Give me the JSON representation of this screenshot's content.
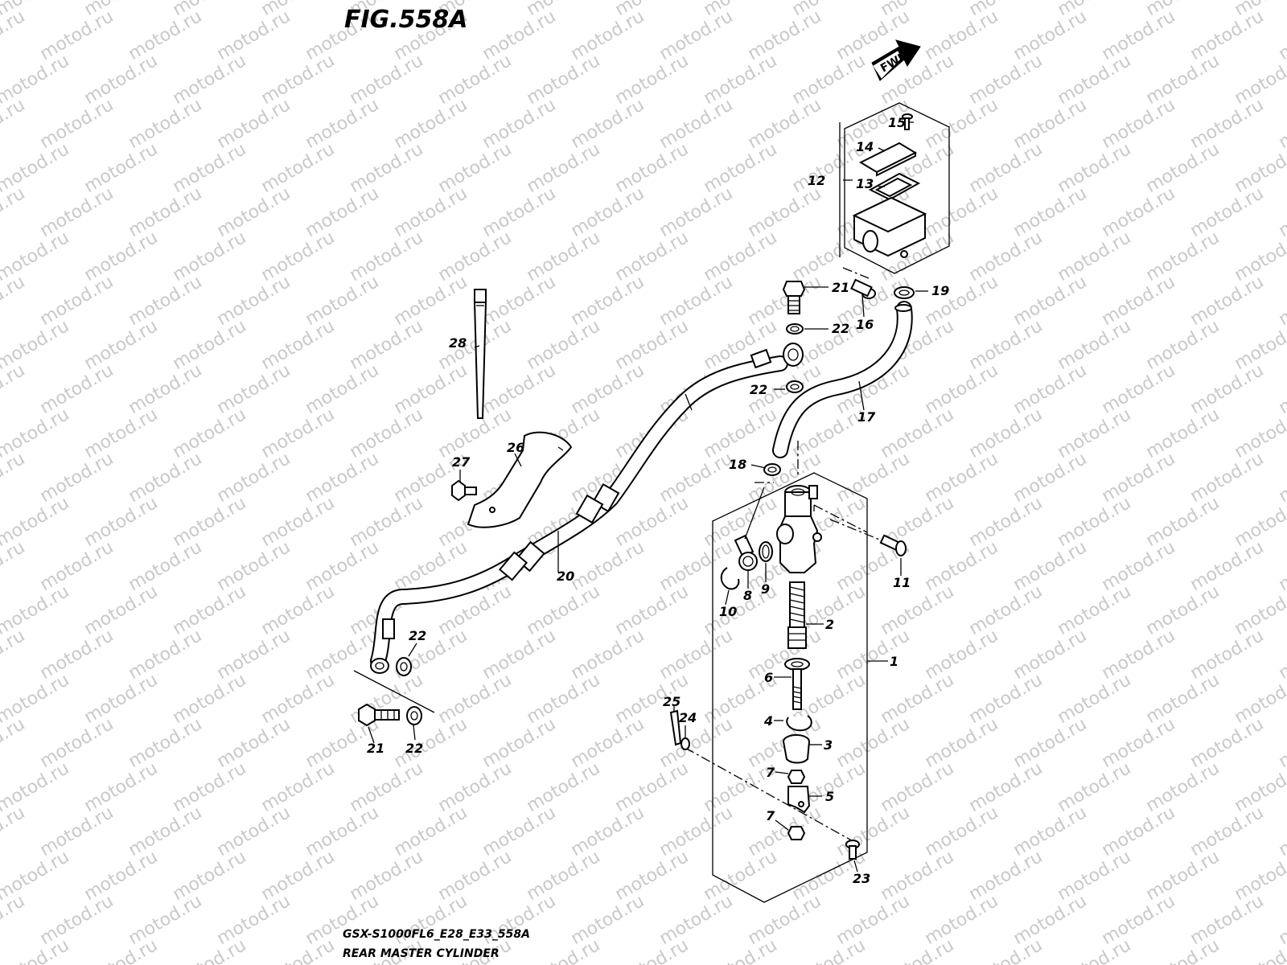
{
  "figure": {
    "title": "FIG.558A",
    "model_code": "GSX-S1000FL6_E28_E33_558A",
    "section_name": "REAR MASTER CYLINDER"
  },
  "direction_marker": {
    "text": "FWD"
  },
  "watermark": {
    "text": "motod.ru"
  },
  "callouts": {
    "c1": "1",
    "c2": "2",
    "c3": "3",
    "c4": "4",
    "c5": "5",
    "c6": "6",
    "c7a": "7",
    "c7b": "7",
    "c8": "8",
    "c9": "9",
    "c10": "10",
    "c11": "11",
    "c12": "12",
    "c13": "13",
    "c14": "14",
    "c15": "15",
    "c16": "16",
    "c17": "17",
    "c18": "18",
    "c19": "19",
    "c20": "20",
    "c21a": "21",
    "c21b": "21",
    "c22a": "22",
    "c22b": "22",
    "c22c": "22",
    "c22d": "22",
    "c23": "23",
    "c24": "24",
    "c25": "25",
    "c26": "26",
    "c27": "27",
    "c28": "28"
  }
}
